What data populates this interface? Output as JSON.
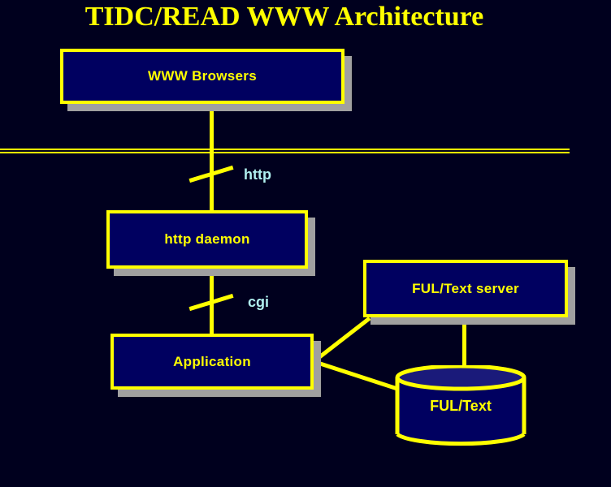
{
  "slide": {
    "title": "TIDC/READ WWW Architecture",
    "background_color": "#00001e",
    "accent_color": "#ffff00",
    "node_fill_color": "#000060",
    "shadow_color": "#a0a0a0",
    "edge_label_color": "#b0f0f0"
  },
  "nodes": [
    {
      "id": "browsers",
      "label": "WWW Browsers",
      "shape": "box"
    },
    {
      "id": "httpd",
      "label": "http daemon",
      "shape": "box"
    },
    {
      "id": "application",
      "label": "Application",
      "shape": "box"
    },
    {
      "id": "fultserver",
      "label": "FUL/Text server",
      "shape": "box"
    },
    {
      "id": "fultext",
      "label": "FUL/Text",
      "shape": "cylinder"
    }
  ],
  "edges": [
    {
      "from": "browsers",
      "to": "httpd",
      "label": "http"
    },
    {
      "from": "httpd",
      "to": "application",
      "label": "cgi"
    },
    {
      "from": "application",
      "to": "fultserver",
      "label": ""
    },
    {
      "from": "application",
      "to": "fultext",
      "label": ""
    },
    {
      "from": "fultserver",
      "to": "fultext",
      "label": ""
    }
  ],
  "edge_labels": {
    "http": "http",
    "cgi": "cgi"
  },
  "divider": {
    "style": "double-rule",
    "color": "#ffff00"
  }
}
